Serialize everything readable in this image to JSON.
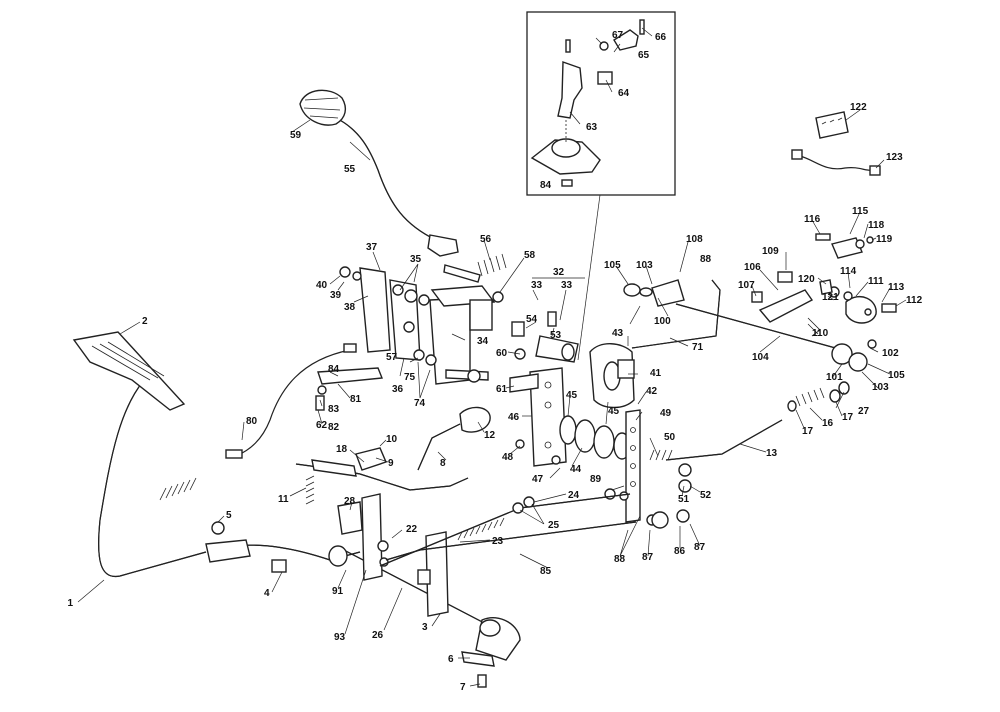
{
  "diagram": {
    "group_label": "32",
    "callouts": [
      "1",
      "2",
      "3",
      "4",
      "5",
      "6",
      "7",
      "8",
      "9",
      "10",
      "11",
      "12",
      "13",
      "16",
      "17",
      "17",
      "18",
      "22",
      "23",
      "24",
      "25",
      "25",
      "26",
      "27",
      "28",
      "33",
      "33",
      "34",
      "35",
      "36",
      "37",
      "38",
      "39",
      "40",
      "41",
      "42",
      "43",
      "44",
      "45",
      "45",
      "46",
      "47",
      "48",
      "49",
      "50",
      "51",
      "52",
      "53",
      "54",
      "55",
      "56",
      "57",
      "58",
      "59",
      "60",
      "61",
      "62",
      "63",
      "64",
      "65",
      "66",
      "67",
      "71",
      "74",
      "75",
      "80",
      "81",
      "82",
      "83",
      "84",
      "84",
      "85",
      "86",
      "87",
      "87",
      "88",
      "88",
      "88",
      "89",
      "91",
      "93",
      "100",
      "101",
      "102",
      "103",
      "103",
      "104",
      "105",
      "105",
      "106",
      "107",
      "108",
      "109",
      "110",
      "111",
      "112",
      "113",
      "114",
      "115",
      "116",
      "118",
      "119",
      "120",
      "121",
      "122",
      "123"
    ]
  }
}
